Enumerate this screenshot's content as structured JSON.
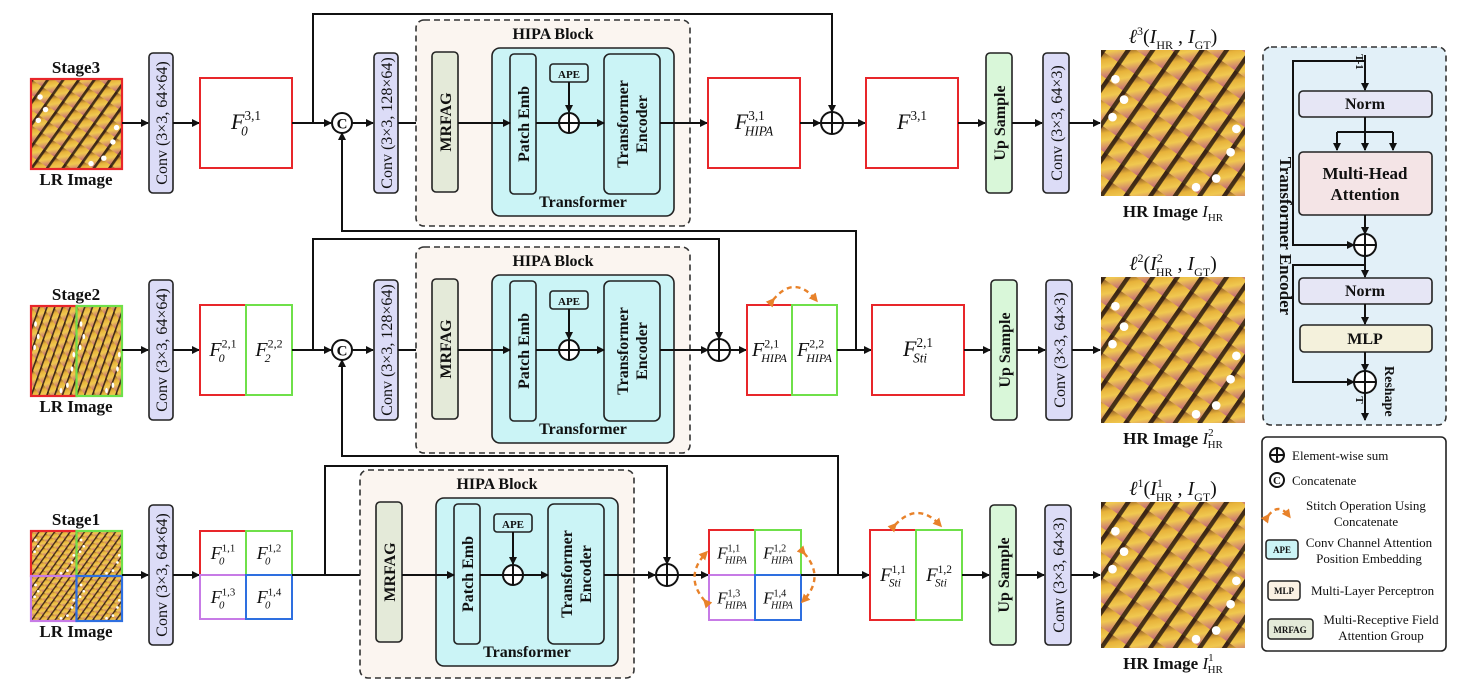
{
  "colors": {
    "red": "#e8262a",
    "green": "#6fe04a",
    "purple": "#c77be6",
    "blue": "#2e6fe0",
    "orange": "#e8822a",
    "conv_fill": "#dcdcf7",
    "upsample_fill": "#d9f7d9",
    "mrfag_fill": "#e4ead9",
    "transformer_fill": "#cbf4f6",
    "hipa_fill": "#fbf5f0",
    "encoder_panel_fill": "#e2f0f8"
  },
  "common": {
    "lr_image": "LR Image",
    "hr_image": "HR Image",
    "conv_in": "Conv (3×3, 64×64)",
    "conv_mid": "Conv (3×3, 128×64)",
    "conv_out": "Conv (3×3, 64×3)",
    "up_sample": "Up Sample",
    "mrfag": "MRFAG",
    "hipa_block": "HIPA Block",
    "patch_emb": "Patch Emb",
    "ape": "APE",
    "transformer_encoder_l1": "Transformer",
    "transformer_encoder_l2": "Encoder",
    "transformer": "Transformer",
    "concat_symbol": "C"
  },
  "stages": [
    {
      "title": "Stage3",
      "features_in": [
        {
          "base": "F",
          "sub": "0",
          "sup": "3,1",
          "color": "red"
        }
      ],
      "features_hipa": [
        {
          "base": "F",
          "sub": "HIPA",
          "sup": "3,1",
          "color": "red"
        }
      ],
      "features_out": [
        {
          "base": "F",
          "sub": "",
          "sup": "3,1",
          "color": "red"
        }
      ],
      "loss": {
        "l": "ℓ",
        "lsup": "3",
        "i_hr": "I",
        "i_hr_sub": "HR",
        "i_hr_sup": "",
        "i_gt": "I",
        "i_gt_sub": "GT"
      },
      "hr_label_sub": "HR",
      "hr_label_sup": ""
    },
    {
      "title": "Stage2",
      "features_in": [
        {
          "base": "F",
          "sub": "0",
          "sup": "2,1",
          "color": "red"
        },
        {
          "base": "F",
          "sub": "2",
          "sup": "2,2",
          "color": "green"
        }
      ],
      "features_hipa": [
        {
          "base": "F",
          "sub": "HIPA",
          "sup": "2,1",
          "color": "red"
        },
        {
          "base": "F",
          "sub": "HIPA",
          "sup": "2,2",
          "color": "green"
        }
      ],
      "features_out": [
        {
          "base": "F",
          "sub": "Sti",
          "sup": "2,1",
          "color": "red"
        }
      ],
      "loss": {
        "l": "ℓ",
        "lsup": "2",
        "i_hr": "I",
        "i_hr_sub": "HR",
        "i_hr_sup": "2",
        "i_gt": "I",
        "i_gt_sub": "GT"
      },
      "hr_label_sub": "HR",
      "hr_label_sup": "2"
    },
    {
      "title": "Stage1",
      "features_in": [
        {
          "base": "F",
          "sub": "0",
          "sup": "1,1",
          "color": "red"
        },
        {
          "base": "F",
          "sub": "0",
          "sup": "1,2",
          "color": "green"
        },
        {
          "base": "F",
          "sub": "0",
          "sup": "1,3",
          "color": "purple"
        },
        {
          "base": "F",
          "sub": "0",
          "sup": "1,4",
          "color": "blue"
        }
      ],
      "features_hipa": [
        {
          "base": "F",
          "sub": "HIPA",
          "sup": "1,1",
          "color": "red"
        },
        {
          "base": "F",
          "sub": "HIPA",
          "sup": "1,2",
          "color": "green"
        },
        {
          "base": "F",
          "sub": "HIPA",
          "sup": "1,3",
          "color": "purple"
        },
        {
          "base": "F",
          "sub": "HIPA",
          "sup": "1,4",
          "color": "blue"
        }
      ],
      "features_out": [
        {
          "base": "F",
          "sub": "Sti",
          "sup": "1,1",
          "color": "red"
        },
        {
          "base": "F",
          "sub": "Sti",
          "sup": "1,2",
          "color": "green"
        }
      ],
      "loss": {
        "l": "ℓ",
        "lsup": "1",
        "i_hr": "I",
        "i_hr_sub": "HR",
        "i_hr_sup": "1",
        "i_gt": "I",
        "i_gt_sub": "GT"
      },
      "hr_label_sub": "HR",
      "hr_label_sup": "1"
    }
  ],
  "encoder_panel": {
    "title": "Transformer Encoder",
    "input_label": "T-1",
    "output_label": "T",
    "norm1": "Norm",
    "mha_l1": "Multi-Head",
    "mha_l2": "Attention",
    "norm2": "Norm",
    "mlp": "MLP",
    "reshape": "Reshape"
  },
  "legend": {
    "items": [
      {
        "icon": "element-wise-sum-icon",
        "label": "Element-wise sum"
      },
      {
        "icon": "concatenate-icon",
        "label": "Concatenate"
      },
      {
        "icon": "stitch-arrow-icon",
        "label_l1": "Stitch Operation Using",
        "label_l2": "Concatenate"
      },
      {
        "icon": "ape-swatch",
        "swatch": "APE",
        "label_l1": "Conv Channel Attention",
        "label_l2": "Position Embedding"
      },
      {
        "icon": "mlp-swatch",
        "swatch": "MLP",
        "label": "Multi-Layer Perceptron"
      },
      {
        "icon": "mrfag-swatch",
        "swatch": "MRFAG",
        "label_l1": "Multi-Receptive Field",
        "label_l2": "Attention Group"
      }
    ]
  }
}
